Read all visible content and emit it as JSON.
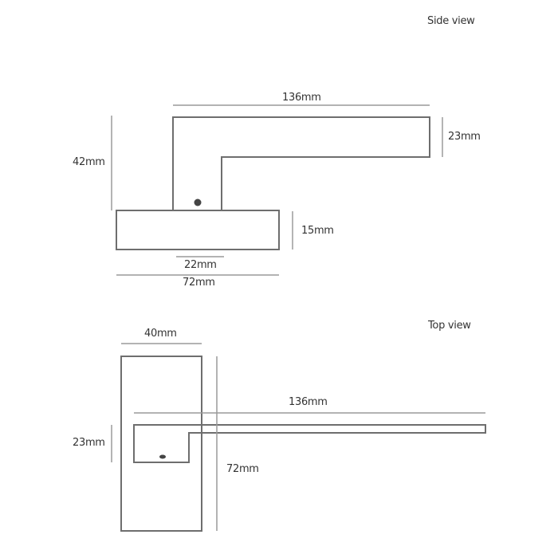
{
  "side_view": {
    "title": "Side view",
    "dims": {
      "lever_length": "136mm",
      "lever_height": "23mm",
      "total_height": "42mm",
      "rose_height": "15mm",
      "neck_width": "22mm",
      "rose_width": "72mm"
    }
  },
  "top_view": {
    "title": "Top view",
    "dims": {
      "plate_width": "40mm",
      "lever_length": "136mm",
      "lever_height": "23mm",
      "plate_height": "72mm"
    }
  },
  "colors": {
    "line": "#6e6e6e",
    "text": "#333333",
    "dot": "#444444"
  }
}
